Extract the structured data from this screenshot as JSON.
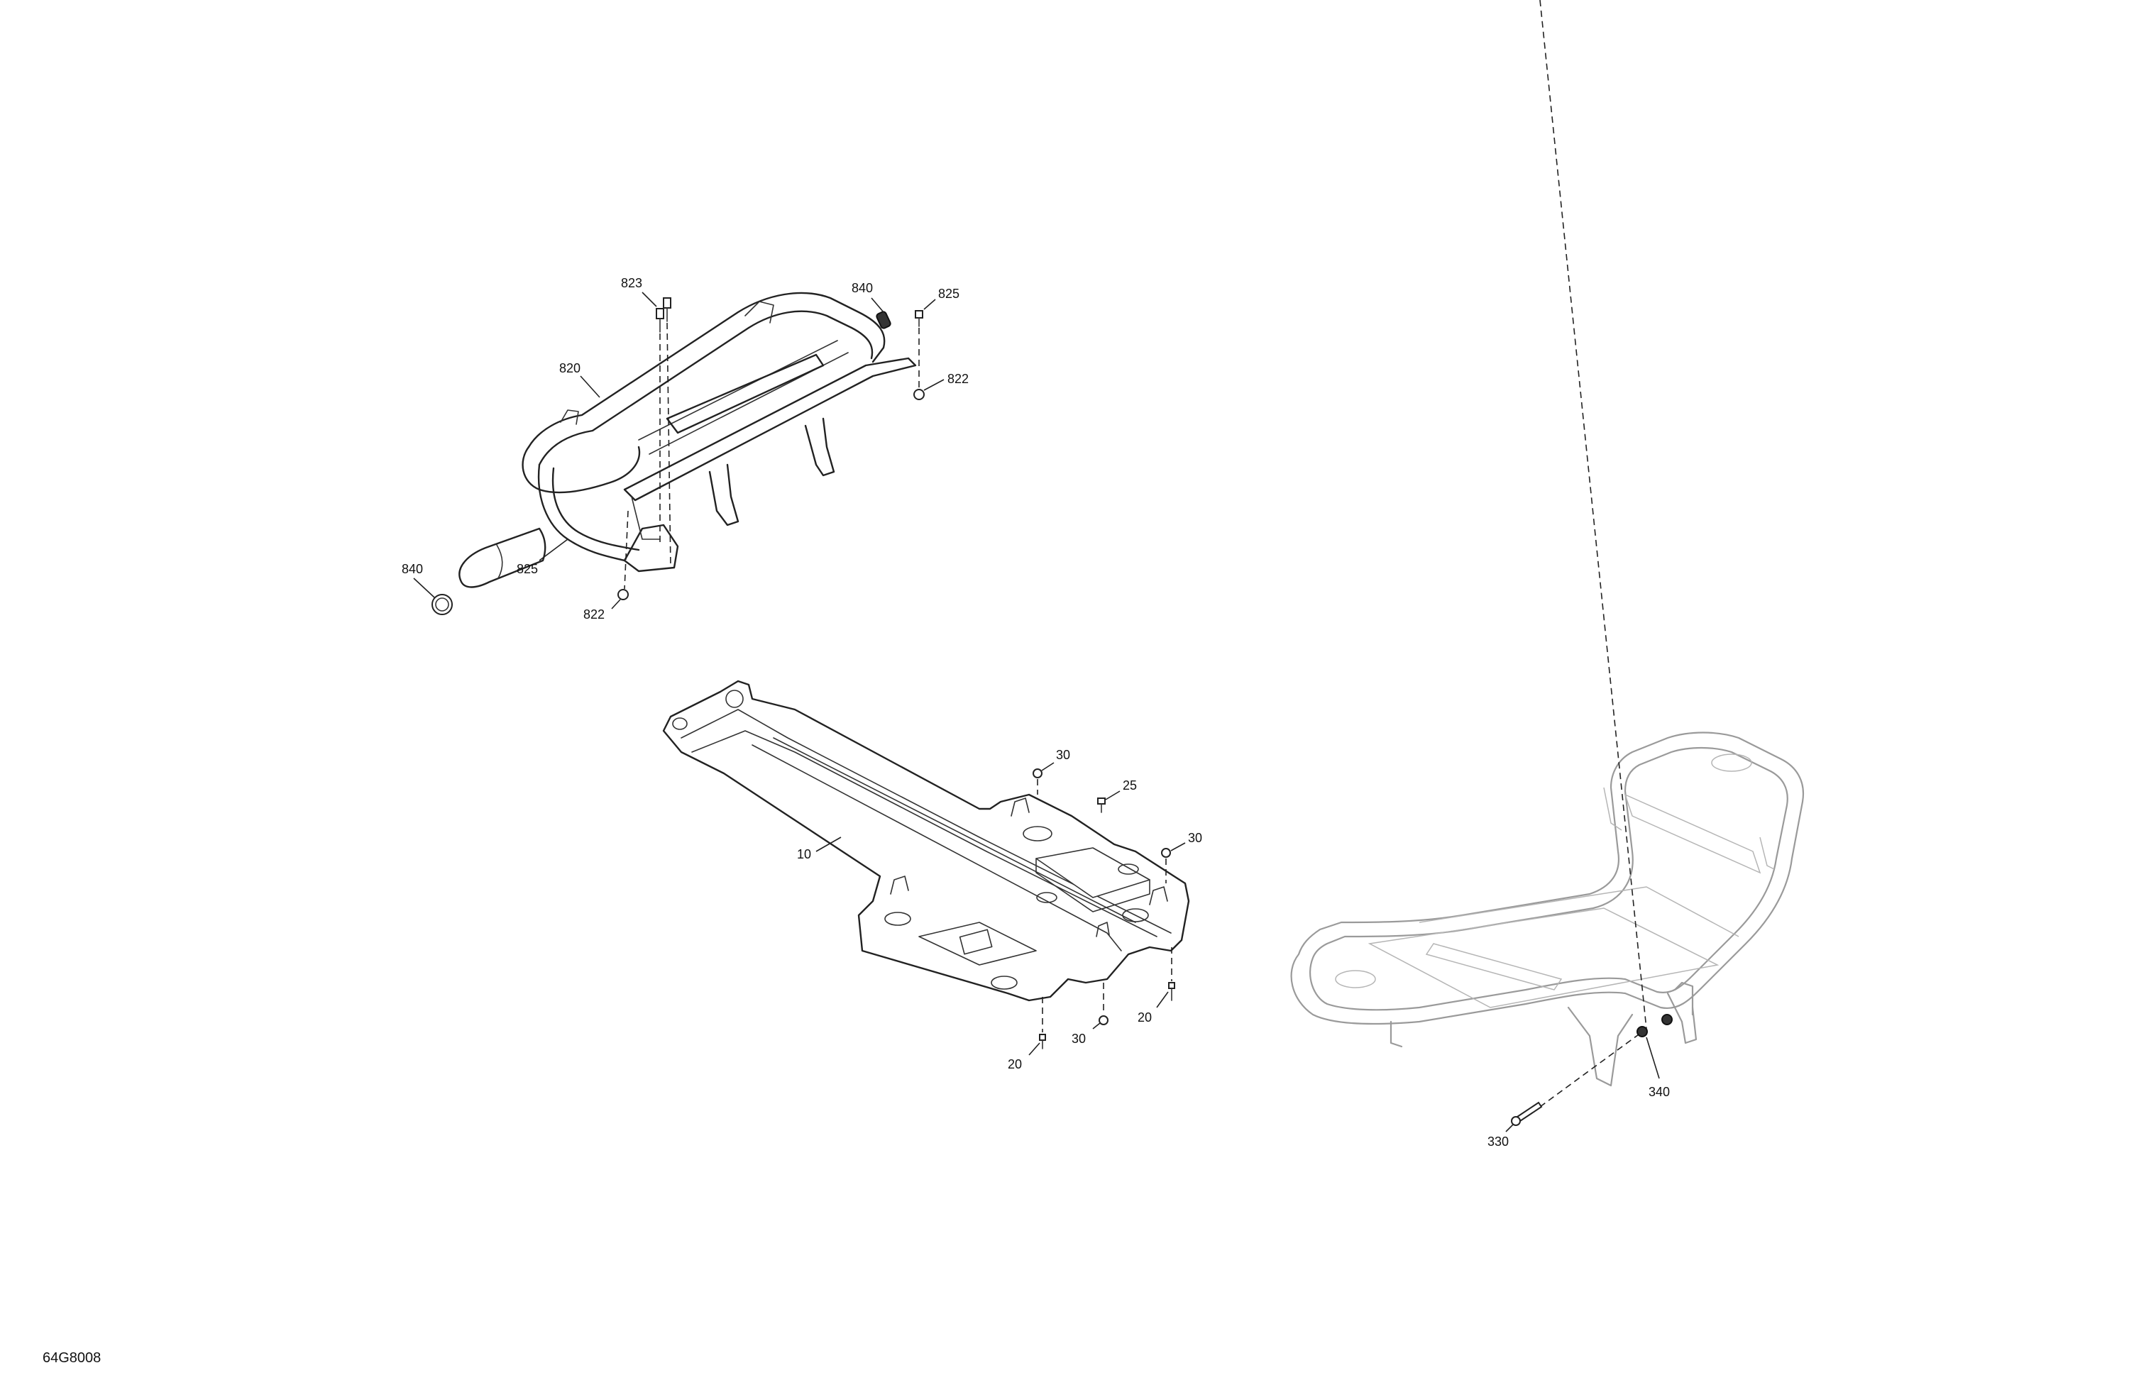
{
  "diagram": {
    "reference_code": "64G8008",
    "callouts": {
      "c823": "823",
      "c840_top": "840",
      "c825_top": "825",
      "c820": "820",
      "c822_right": "822",
      "c840_left": "840",
      "c825_left": "825",
      "c822_bottom": "822",
      "c30_a": "30",
      "c25": "25",
      "c30_b": "30",
      "c10": "10",
      "c20_right": "20",
      "c30_c": "30",
      "c20_bottom": "20",
      "c330": "330",
      "c340": "340"
    }
  }
}
